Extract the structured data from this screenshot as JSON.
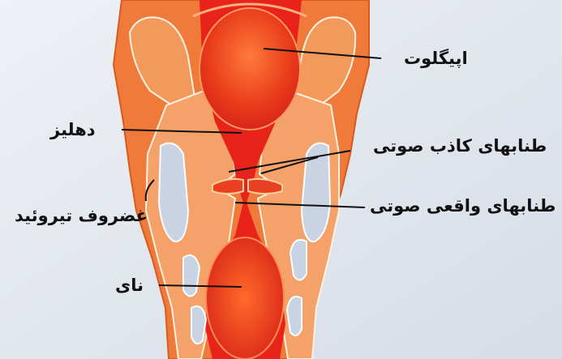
{
  "labels": {
    "epiglottis": "اپیگلوت",
    "vestibule": "دهلیز",
    "false_cords": "طنابهای کاذب صوتی",
    "true_cords": "طنابهای واقعی صوتی",
    "thyroid_cartilage": "غضروف تیروئید",
    "trachea": "نای"
  },
  "colors": {
    "background": "#e3e8ee",
    "outer_tissue": "#f07a3a",
    "inner_tissue": "#f4a26a",
    "lumen_red": "#e8231a",
    "cartilage": "#c9d3e3",
    "leader_line": "#111111"
  }
}
